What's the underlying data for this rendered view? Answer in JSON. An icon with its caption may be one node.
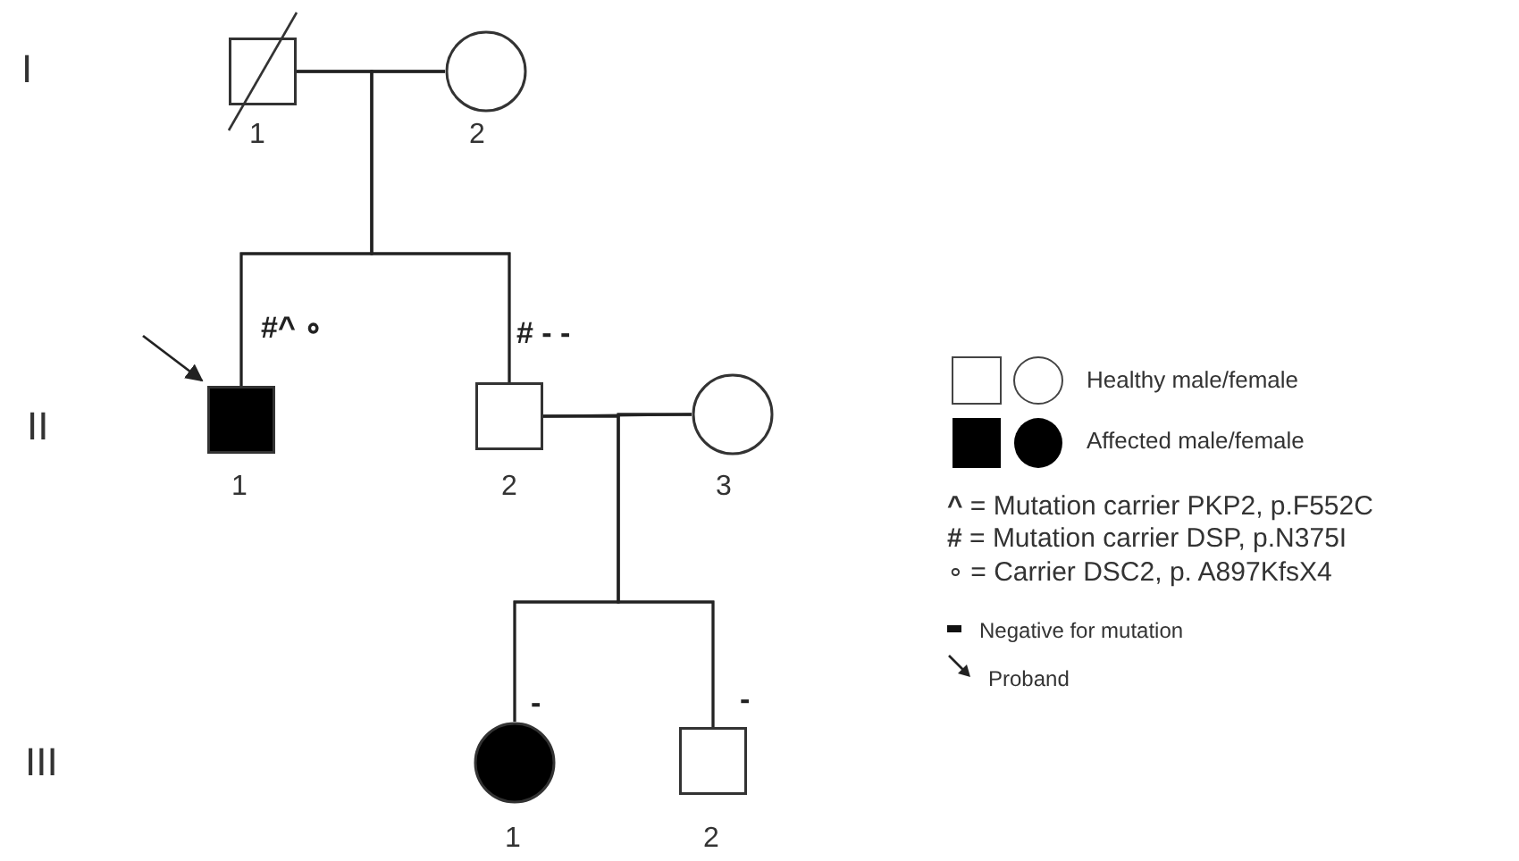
{
  "diagram": {
    "nodes": [
      {
        "text": [],
        "shape": "box",
        "beside": [
          "1"
        ]
      },
      {
        "text": [],
        "shape": "circle",
        "beside": [
          "2"
        ]
      },
      {
        "text": [],
        "shape": "box",
        "beside": [
          "#^ ∘",
          "1"
        ]
      },
      {
        "text": [],
        "shape": "box",
        "beside": [
          "# - -",
          "2"
        ]
      },
      {
        "text": [],
        "shape": "circle",
        "beside": [
          "3"
        ]
      },
      {
        "text": [],
        "shape": "circle",
        "beside": [
          "-",
          "1"
        ]
      },
      {
        "text": [],
        "shape": "box",
        "beside": [
          "-",
          "2"
        ]
      }
    ],
    "edges": [
      {
        "from": 0,
        "to": 1,
        "arrow": "none"
      },
      {
        "from": 0,
        "to": 2,
        "arrow": "none"
      },
      {
        "from": 1,
        "to": 2,
        "arrow": "none"
      },
      {
        "from": 0,
        "to": 3,
        "arrow": "none"
      },
      {
        "from": 1,
        "to": 3,
        "arrow": "none"
      },
      {
        "from": 3,
        "to": 4,
        "arrow": "none"
      },
      {
        "from": 3,
        "to": 5,
        "arrow": "none"
      },
      {
        "from": 4,
        "to": 5,
        "arrow": "none"
      },
      {
        "from": 3,
        "to": 6,
        "arrow": "none"
      },
      {
        "from": 4,
        "to": 6,
        "arrow": "none"
      },
      {
        "from": null,
        "to": 2,
        "arrow": "to"
      }
    ],
    "labels": [
      "I",
      "II",
      "III",
      "**^** = Mutation carrier PKP2, p.F552C",
      "**#** = Mutation carrier DSP, p.N375I",
      "∘ = Carrier DSC2, p. A897KfsX4"
    ],
    "legend": [
      {
        "text": "Healthy male/female"
      },
      {
        "text": "Affected male/female"
      },
      {
        "text": "Negative for mutation"
      },
      {
        "text": "Proband"
      }
    ]
  }
}
